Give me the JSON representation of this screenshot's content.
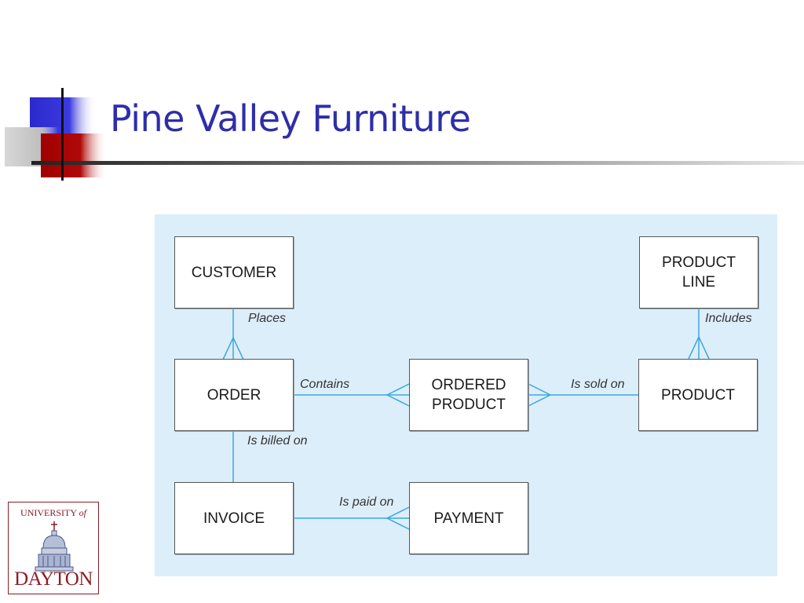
{
  "slide": {
    "title": "Pine Valley Furniture"
  },
  "diagram": {
    "entities": {
      "customer": "CUSTOMER",
      "product_line": "PRODUCT\nLINE",
      "order": "ORDER",
      "ordered_product": "ORDERED\nPRODUCT",
      "product": "PRODUCT",
      "invoice": "INVOICE",
      "payment": "PAYMENT"
    },
    "relationships": {
      "places": "Places",
      "includes": "Includes",
      "contains": "Contains",
      "is_sold_on": "Is sold on",
      "is_billed_on": "Is billed on",
      "is_paid_on": "Is paid on"
    }
  },
  "logo": {
    "top_text": "UNIVERSITY",
    "top_text_suffix": "of",
    "bottom_text": "DAYTON"
  },
  "colors": {
    "title": "#2e2eaa",
    "panel_bg": "#ddeefb",
    "connector": "#3aa8dd",
    "logo": "#8c1c24"
  }
}
